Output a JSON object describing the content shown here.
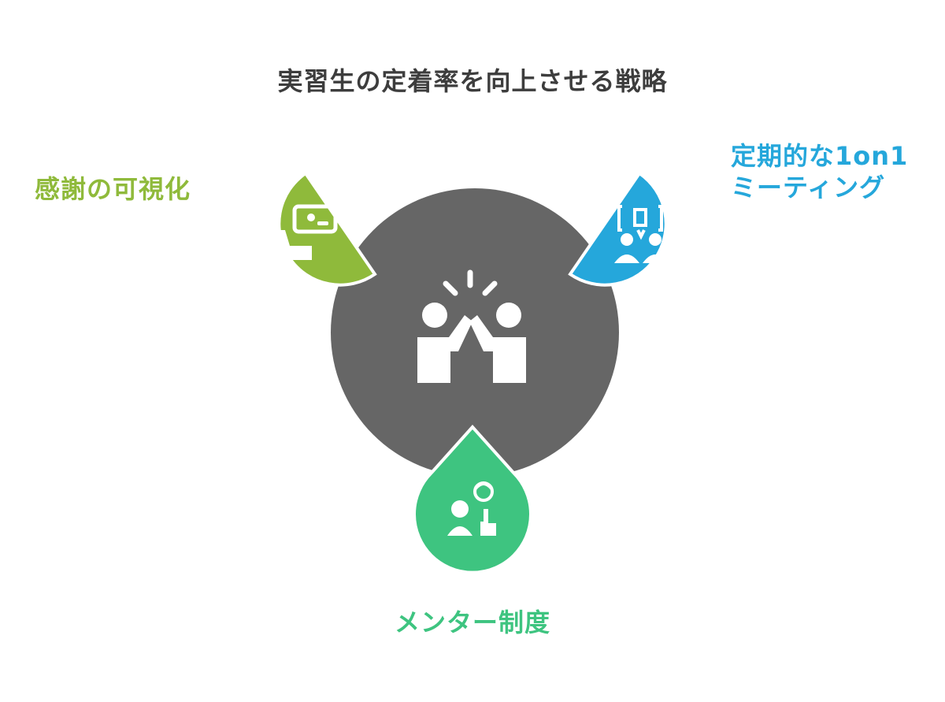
{
  "title": "実習生の定着率を向上させる戦略",
  "nodes": {
    "left": {
      "label": "感謝の可視化",
      "color": "#8fba3b",
      "icon": "hand-card-icon"
    },
    "right": {
      "label_lines": [
        "定期的な1on1",
        "ミーティング"
      ],
      "color": "#25a7db",
      "icon": "meeting-icon"
    },
    "bottom": {
      "label": "メンター制度",
      "color": "#3ec480",
      "icon": "mentor-icon"
    }
  },
  "center": {
    "color": "#666666",
    "icon": "high-five-icon"
  }
}
